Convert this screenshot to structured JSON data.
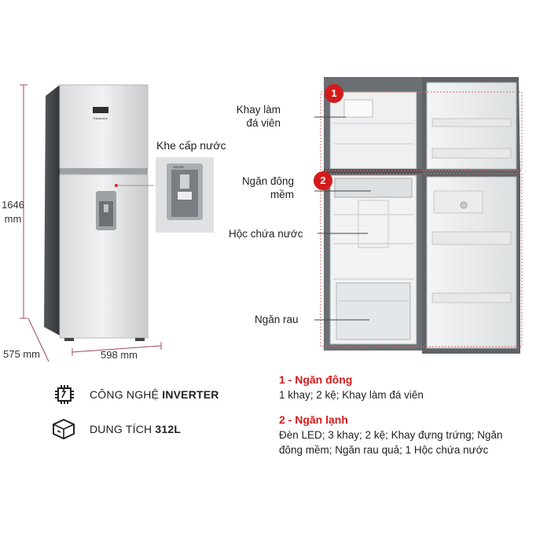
{
  "dimensions": {
    "height": "1646\nmm",
    "height_value": "1646",
    "height_unit": "mm",
    "depth": "575 mm",
    "width": "598 mm"
  },
  "callouts": {
    "dispenser": "Khe cấp nước",
    "ice_tray_line1": "Khay làm",
    "ice_tray_line2": "đá viên",
    "soft_freeze_line1": "Ngăn đông",
    "soft_freeze_line2": "mềm",
    "water_tank": "Hộc chứa nước",
    "vegetable": "Ngăn rau"
  },
  "badges": {
    "one": "1",
    "two": "2"
  },
  "features": {
    "inverter_prefix": "CÔNG NGHỆ ",
    "inverter_bold": "INVERTER",
    "capacity_prefix": "DUNG TÍCH ",
    "capacity_bold": "312L"
  },
  "specs": {
    "freezer_title": "1 - Ngăn đông",
    "freezer_desc": "1 khay; 2 kệ; Khay làm đá viên",
    "fridge_title": "2 - Ngăn lạnh",
    "fridge_desc_line1": "Đèn LED; 3 khay; 2 kệ; Khay đựng trứng; Ngăn",
    "fridge_desc_line2": "đông mềm; Ngăn rau quả; 1 Hộc chứa nước"
  },
  "logo": {
    "brand": "Electrolux"
  },
  "colors": {
    "accent_red": "#d41b1b",
    "dim_line": "#a0485a",
    "steel": "#c9cccf"
  }
}
